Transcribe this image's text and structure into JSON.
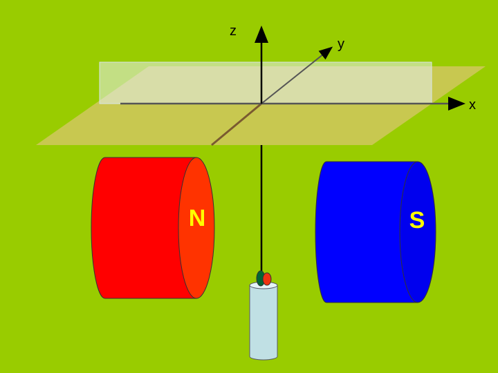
{
  "axes": {
    "z_label": "z",
    "y_label": "y",
    "x_label": "x"
  },
  "magnets": {
    "north_label": "N",
    "south_label": "S"
  },
  "colors": {
    "background": "#99cc00",
    "plane": "#c8c850",
    "north_body": "#ff0000",
    "north_face": "#ff3300",
    "south_body": "#0000ff",
    "south_face": "#0000ee",
    "pole_label": "#ffff00",
    "cylinder": "#c0e0e4"
  }
}
